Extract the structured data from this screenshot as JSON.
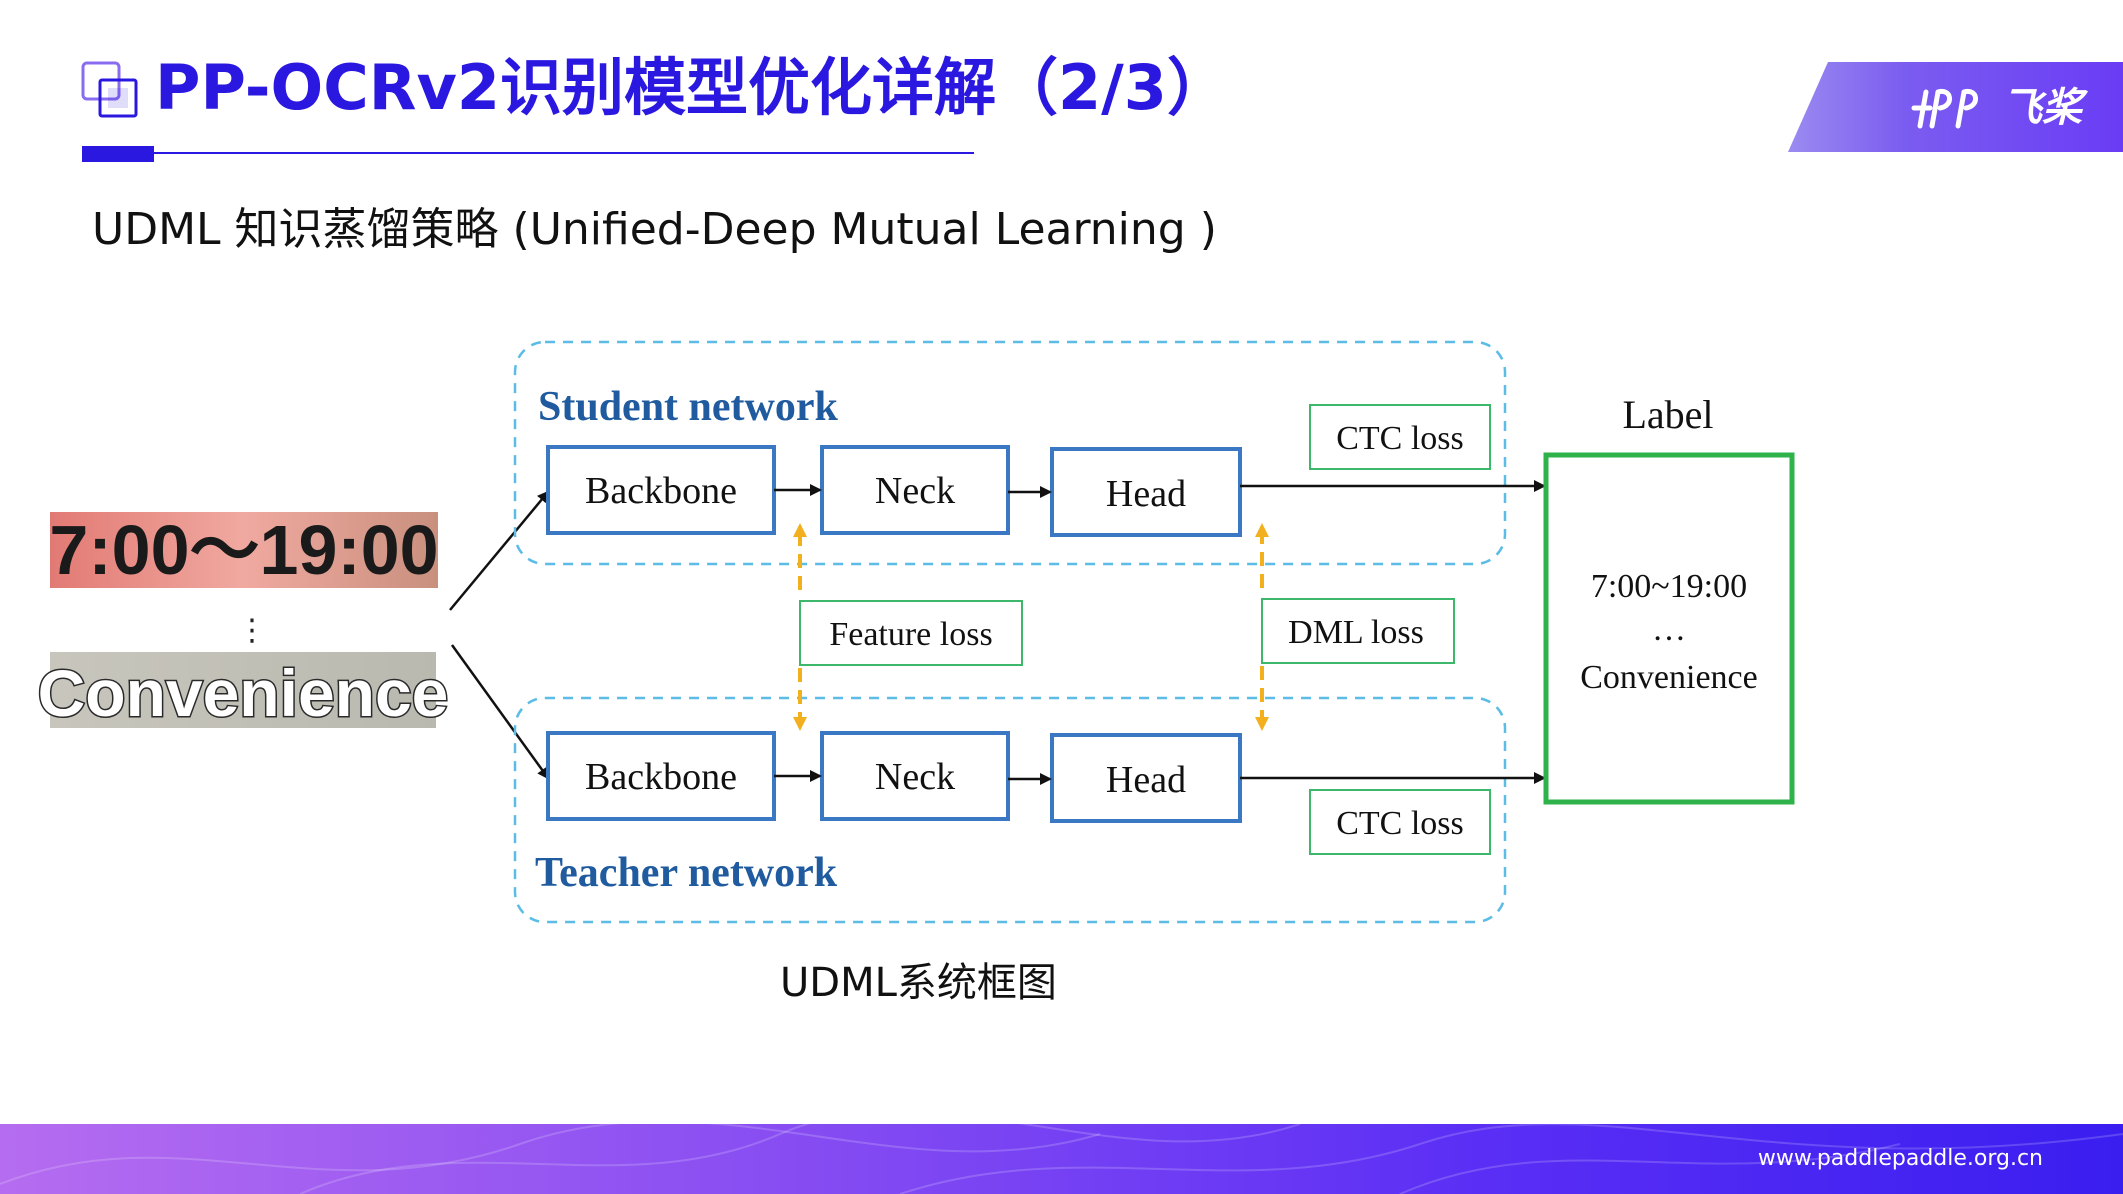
{
  "slide": {
    "title": "PP-OCRv2识别模型优化详解（2/3）",
    "subtitle": "UDML 知识蒸馏策略 (Unified-Deep Mutual Learning )",
    "caption": "UDML系统框图",
    "brand_name": "飞桨",
    "footer_url": "www.paddlepaddle.org.cn"
  },
  "colors": {
    "title": "#2b18e0",
    "network_title": "#1f5b9e",
    "block_border": "#3a78c4",
    "dashed_group": "#5bbde6",
    "loss_border": "#3db86a",
    "label_border": "#2eb24a",
    "feature_arrow": "#f2b01e",
    "text": "#111111"
  },
  "diagram": {
    "student_title": "Student network",
    "teacher_title": "Teacher network",
    "student_blocks": [
      "Backbone",
      "Neck",
      "Head"
    ],
    "teacher_blocks": [
      "Backbone",
      "Neck",
      "Head"
    ],
    "student_loss": "CTC loss",
    "teacher_loss": "CTC loss",
    "feature_loss": "Feature loss",
    "dml_loss": "DML loss",
    "label_title": "Label",
    "label_lines": [
      "7:00~19:00",
      "…",
      "Convenience"
    ],
    "inputs": [
      "7:00～19:00",
      "⋮",
      "Convenience"
    ]
  }
}
